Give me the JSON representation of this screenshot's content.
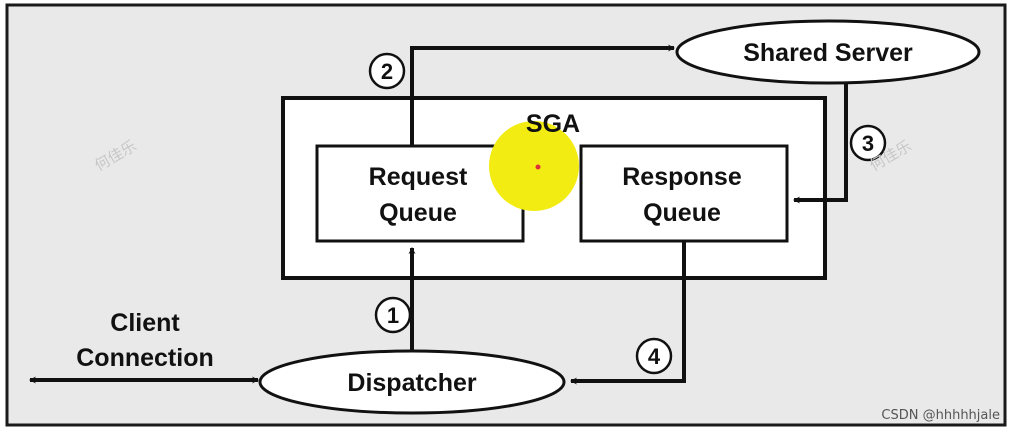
{
  "diagram": {
    "sga_label": "SGA",
    "request_queue": {
      "line1": "Request",
      "line2": "Queue"
    },
    "response_queue": {
      "line1": "Response",
      "line2": "Queue"
    },
    "shared_server": "Shared Server",
    "dispatcher": "Dispatcher",
    "client_connection": {
      "line1": "Client",
      "line2": "Connection"
    },
    "steps": [
      "1",
      "2",
      "3",
      "4"
    ]
  },
  "watermarks": {
    "left": "何佳乐",
    "right": "何佳乐"
  },
  "credit": "CSDN @hhhhhjale",
  "colors": {
    "background": "#e9e9e9",
    "box_fill": "#ffffff",
    "stroke": "#111111",
    "cursor_highlight": "#f3ec12",
    "cursor_dot": "#e0303a"
  }
}
